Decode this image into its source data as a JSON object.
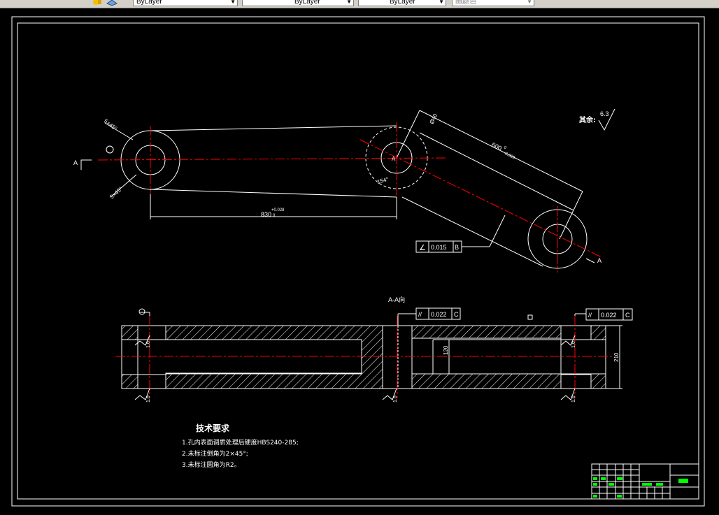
{
  "toolbar": {
    "layer_control_label": "ByLayer",
    "linetype_control_label": "ByLayer",
    "lineweight_control_label": "ByLayer",
    "plotstyle_control_label": "随颜色"
  },
  "drawing": {
    "roughness_other": "其余:",
    "roughness_other_value": "6.3",
    "plan_view": {
      "chamfer_top": "5×45°",
      "chamfer_bottom": "5×45°",
      "section_marker_left": "A",
      "section_marker_right": "A",
      "center_label": "A",
      "dim_830": "830",
      "dim_830_tol_upper": "+0.028",
      "dim_830_tol_lower": "0",
      "dim_600": "600",
      "dim_600_tol_upper": "0",
      "dim_600_tol_lower": "-0.028",
      "dim_dia_40": "Ø40",
      "angle_154": "154°",
      "angularity_symbol": "∠",
      "angularity_value": "0.015",
      "angularity_datum": "B"
    },
    "section_view": {
      "title": "A-A向",
      "parallel_symbol": "//",
      "parallel_mid_value": "0.022",
      "parallel_mid_datum": "C",
      "parallel_right_value": "0.022",
      "parallel_right_datum": "C",
      "dim_120": "120",
      "dim_210": "210",
      "roughness_value": "1.6"
    },
    "tech_requirements": {
      "title": "技术要求",
      "items": [
        "1.孔内表面调质处理后硬度HBS240-285;",
        "2.未标注倒角为2×45°;",
        "3.未标注圆角为R2。"
      ]
    }
  },
  "colors": {
    "background": "#000000",
    "linework": "#ffffff",
    "centerline": "#ff0000",
    "titleblock_fill": "#00ff00",
    "toolbar": "#d4d0c8"
  }
}
